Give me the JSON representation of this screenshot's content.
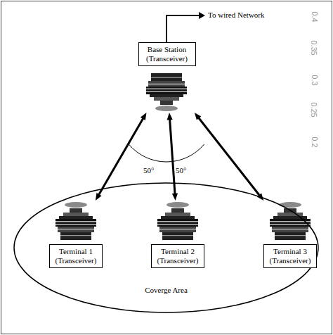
{
  "diagram": {
    "nodes": [
      {
        "text": [
          "Base Station (Transceiver)"
        ]
      },
      {
        "text": [
          "Coverge Area"
        ]
      },
      {
        "text": [
          "Terminal 1 (Transceiver)"
        ],
        "in": 1
      },
      {
        "text": [
          "Terminal 2 (Transceiver)"
        ],
        "in": 1
      },
      {
        "text": [
          "Terminal 3 (Transceiver)"
        ],
        "in": 1
      }
    ],
    "edges": [
      {
        "from": 0,
        "to": 2,
        "arrow": "both"
      },
      {
        "from": 0,
        "to": 3,
        "arrow": "both"
      },
      {
        "from": 0,
        "to": 4,
        "arrow": "both"
      }
    ],
    "labels": [
      "To wired Network",
      "50°",
      "50°",
      "0.4",
      "0.35",
      "0.3",
      "0.25",
      "0.2"
    ]
  }
}
